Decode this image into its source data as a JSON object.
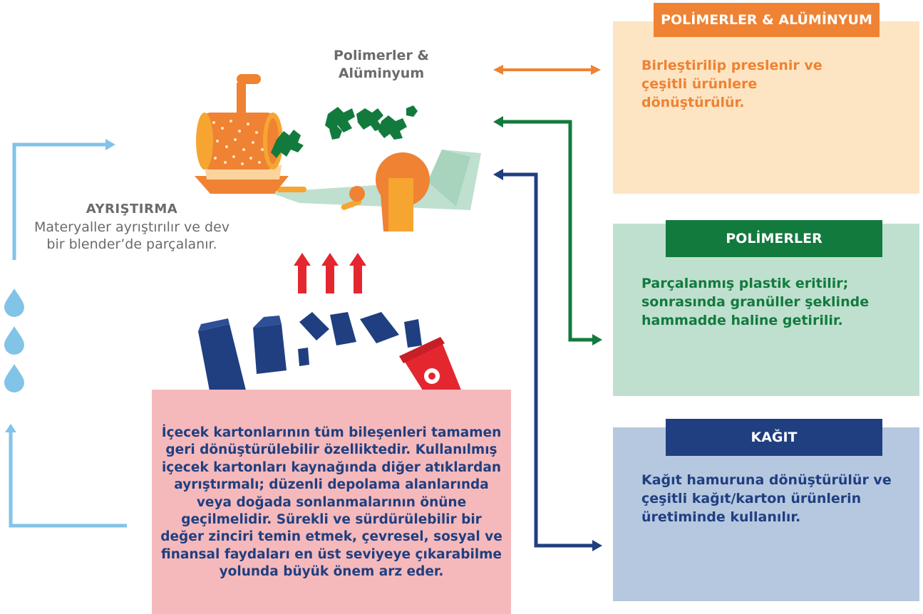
{
  "sorting": {
    "title": "AYRIŞTIRMA",
    "description": "Materyaller ayrıştırılır ve dev bir blender’de parçalanır."
  },
  "machine_label": "Polimerler & Alüminyum",
  "panels": {
    "polymers_aluminum": {
      "header": "POLİMERLER & ALÜMİNYUM",
      "text": "Birleştirilip preslenir ve çeşitli ürünlere dönüştürülür.",
      "color": "#ef8233"
    },
    "polymers": {
      "header": "POLİMERLER",
      "text": "Parçalanmış plastik eritilir; sonrasında granüller şeklinde hammadde haline getirilir.",
      "color": "#137a3e"
    },
    "paper": {
      "header": "KAĞIT",
      "text": "Kağıt hamuruna dönüştürülür ve çeşitli kağıt/karton ürünlerin üretiminde kullanılır.",
      "color": "#203f80"
    }
  },
  "info_box": {
    "text": "İçecek kartonlarının tüm bileşenleri tamamen geri dönüştürülebilir özelliktedir. Kullanılmış içecek kartonları kaynağında diğer atıklardan ayrıştırmalı; düzenli depolama alanlarında veya doğada sonlanmalarının önüne geçilmelidir. Sürekli ve sürdürülebilir bir değer zinciri temin etmek, çevresel, sosyal ve finansal faydaları en üst seviyeye çıkarabilme yolunda büyük önem arz eder.",
    "color": "#f5b9bc"
  },
  "icons": [
    "water-drop-icon",
    "up-arrow-icon",
    "recycle-bin-icon",
    "beverage-carton-icon",
    "pulper-drum-icon",
    "paper-roll-icon",
    "bench-icon",
    "chair-icon",
    "swing-icon",
    "pallet-icon",
    "trash-bin-icon",
    "cardboard-box-icon",
    "egg-tray-icon",
    "shopping-bag-icon",
    "paper-tubes-icon",
    "granules-icon",
    "shredded-material-icon",
    "planks-icon"
  ]
}
